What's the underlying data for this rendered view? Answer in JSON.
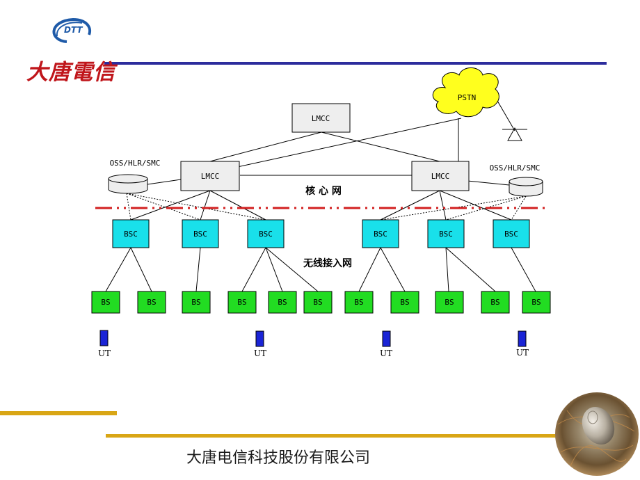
{
  "brand": {
    "badge_text": "DTT",
    "logo_text": "大唐電信",
    "company_name": "大唐电信科技股份有限公司"
  },
  "colors": {
    "header_line": "#2c2c9c",
    "gold_bar": "#d9a615",
    "core_divider": "#d21f1f",
    "bsc_fill": "#19e0ea",
    "bs_fill": "#22dc22",
    "ut_fill": "#1a24d6",
    "pstn_fill": "#ffff1e",
    "node_fill": "#eeeeee"
  },
  "diagram": {
    "core_network_label": "核 心 网",
    "access_network_label": "无线接入网",
    "pstn_label": "PSTN",
    "lmcc_top": "LMCC",
    "lmcc_left": "LMCC",
    "lmcc_right": "LMCC",
    "oss_left": "OSS/HLR/SMC",
    "oss_right": "OSS/HLR/SMC",
    "bsc_labels": [
      "BSC",
      "BSC",
      "BSC",
      "BSC",
      "BSC",
      "BSC"
    ],
    "bs_labels": [
      "BS",
      "BS",
      "BS",
      "BS",
      "BS",
      "BS",
      "BS",
      "BS",
      "BS",
      "BS",
      "BS"
    ],
    "ut_labels": [
      "UT",
      "UT",
      "UT",
      "UT"
    ]
  }
}
